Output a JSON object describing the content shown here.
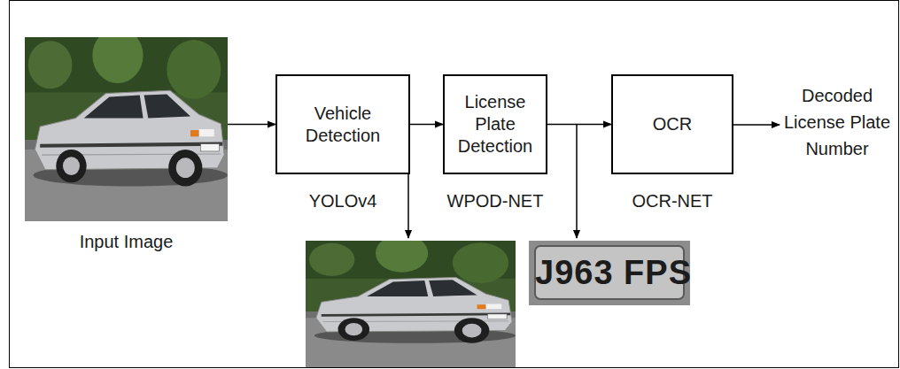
{
  "diagram": {
    "nodes": [
      {
        "text": [
          "Input Image"
        ]
      },
      {
        "text": [
          "Vehicle Detection",
          "YOLOv4"
        ]
      },
      {
        "text": [
          "License Plate Detection",
          "WPOD-NET"
        ]
      },
      {
        "text": [
          "OCR",
          "OCR-NET"
        ]
      }
    ],
    "edges": [
      {
        "from": 0,
        "to": 1,
        "arrow": "to"
      },
      {
        "from": 1,
        "to": 2,
        "arrow": "to"
      },
      {
        "from": 2,
        "to": 3,
        "arrow": "to"
      }
    ],
    "labels": [
      "Decoded License Plate Number",
      "J963 FPS"
    ]
  }
}
